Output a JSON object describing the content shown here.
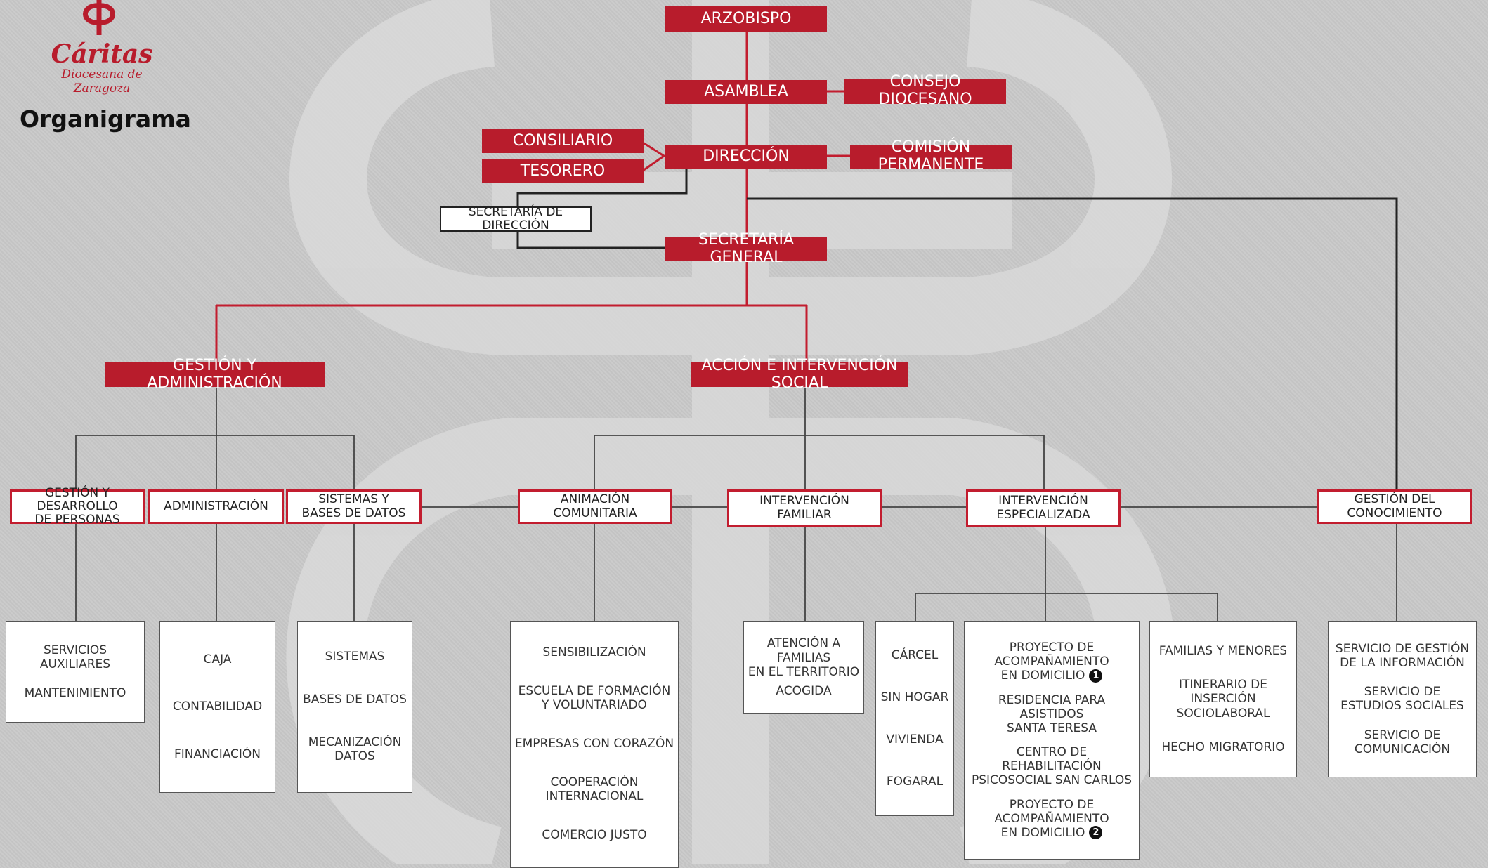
{
  "logo": {
    "name": "Cáritas",
    "subtitle_line1": "Diocesana de",
    "subtitle_line2": "Zaragoza"
  },
  "page_title": "Organigrama",
  "colors": {
    "brand_red": "#b81c2c",
    "line_red": "#c21d2f",
    "line_dark": "#222222",
    "background": "#c9c9c9"
  },
  "top": {
    "arzobispo": "ARZOBISPO",
    "asamblea": "ASAMBLEA",
    "consejo": "CONSEJO DIOCESANO",
    "consiliario": "CONSILIARIO",
    "tesorero": "TESORERO",
    "direccion": "DIRECCIÓN",
    "comision": "COMISIÓN PERMANENTE",
    "secretaria_direccion": "SECRETARÍA DE DIRECCIÓN",
    "secretaria_general": "SECRETARÍA  GENERAL"
  },
  "areas": {
    "gestion": "GESTIÓN Y ADMINISTRACIÓN",
    "accion": "ACCIÓN E INTERVENCIÓN SOCIAL"
  },
  "departments": {
    "gestion_personas": "GESTIÓN Y DESARROLLO\nDE PERSONAS",
    "administracion": "ADMINISTRACIÓN",
    "sistemas": "SISTEMAS Y\nBASES DE DATOS",
    "animacion": "ANIMACIÓN COMUNITARIA",
    "intervencion_familiar": "INTERVENCIÓN\nFAMILIAR",
    "intervencion_especializada": "INTERVENCIÓN\nESPECIALIZADA",
    "gestion_conocimiento": "GESTIÓN DEL CONOCIMIENTO"
  },
  "leaves": {
    "personas": [
      "SERVICIOS AUXILIARES",
      "MANTENIMIENTO"
    ],
    "administracion": [
      "CAJA",
      "CONTABILIDAD",
      "FINANCIACIÓN"
    ],
    "sistemas": [
      "SISTEMAS",
      "BASES DE DATOS",
      "MECANIZACIÓN\nDATOS"
    ],
    "animacion": [
      "SENSIBILIZACIÓN",
      "ESCUELA DE FORMACIÓN\nY VOLUNTARIADO",
      "EMPRESAS CON CORAZÓN",
      "COOPERACIÓN INTERNACIONAL",
      "COMERCIO JUSTO"
    ],
    "familiar": [
      "ATENCIÓN A FAMILIAS\nEN EL TERRITORIO",
      "ACOGIDA"
    ],
    "carcel": [
      "CÁRCEL",
      "SIN HOGAR",
      "VIVIENDA",
      "FOGARAL"
    ],
    "proyectos": [
      {
        "text": "PROYECTO DE ACOMPAÑAMIENTO\nEN DOMICILIO",
        "marker": "1"
      },
      {
        "text": "RESIDENCIA PARA ASISTIDOS\nSANTA TERESA",
        "marker": ""
      },
      {
        "text": "CENTRO DE REHABILITACIÓN\nPSICOSOCIAL SAN CARLOS",
        "marker": ""
      },
      {
        "text": "PROYECTO DE ACOMPAÑAMIENTO\nEN DOMICILIO",
        "marker": "2"
      }
    ],
    "familias": [
      "FAMILIAS Y MENORES",
      "ITINERARIO DE INSERCIÓN\nSOCIOLABORAL",
      "HECHO MIGRATORIO"
    ],
    "conocimiento": [
      "SERVICIO DE GESTIÓN\nDE LA INFORMACIÓN",
      "SERVICIO DE\nESTUDIOS SOCIALES",
      "SERVICIO DE COMUNICACIÓN"
    ]
  }
}
